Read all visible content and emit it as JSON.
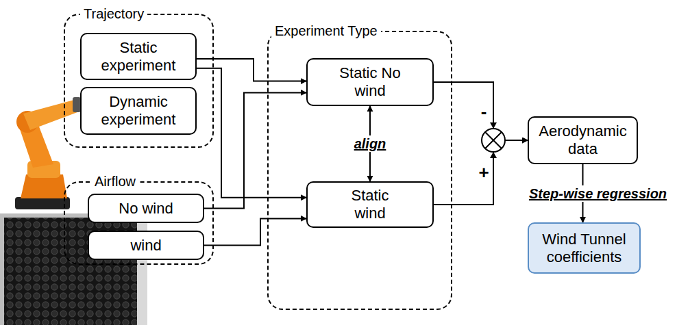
{
  "diagram": {
    "nodes": [
      {
        "text": [
          "Trajectory"
        ]
      },
      {
        "text": [
          "Static experiment"
        ],
        "in": 0
      },
      {
        "text": [
          "Dynamic experiment"
        ],
        "in": 0
      },
      {
        "text": [
          "Airflow"
        ]
      },
      {
        "text": [
          "No wind"
        ],
        "in": 3
      },
      {
        "text": [
          "wind"
        ],
        "in": 3
      },
      {
        "text": [
          "Experiment Type"
        ]
      },
      {
        "text": [
          "Static No wind"
        ],
        "in": 6
      },
      {
        "text": [
          "Static wind"
        ],
        "in": 6
      },
      {
        "text": [
          "Aerodynamic data"
        ]
      },
      {
        "text": [
          "Wind Tunnel coefficients"
        ]
      }
    ],
    "edges": [
      {
        "from": 1,
        "to": 7,
        "arrow": "to"
      },
      {
        "from": 1,
        "to": 8,
        "arrow": "to"
      },
      {
        "from": 4,
        "to": 7,
        "arrow": "to"
      },
      {
        "from": 5,
        "to": 8,
        "arrow": "to"
      },
      {
        "from": 7,
        "to": 8,
        "label": "align",
        "arrow": "both"
      },
      {
        "from": 7,
        "to": 9,
        "label": "-",
        "arrow": "to"
      },
      {
        "from": 8,
        "to": 9,
        "label": "+",
        "arrow": "to"
      },
      {
        "from": 9,
        "to": 10,
        "label": "Step-wise regression",
        "arrow": "to"
      }
    ]
  }
}
